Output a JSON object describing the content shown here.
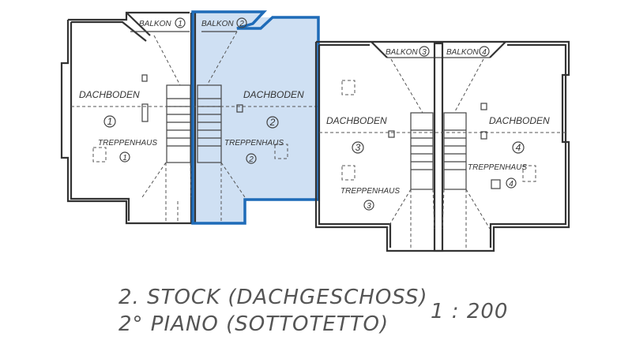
{
  "plan": {
    "units": [
      {
        "id": "1",
        "room": "DACHBODEN",
        "number": "1",
        "stair": "TREPPENHAUS",
        "stair_number": "1",
        "balcony": "BALKON",
        "balcony_number": "1",
        "highlighted": false
      },
      {
        "id": "2",
        "room": "DACHBODEN",
        "number": "2",
        "stair": "TREPPENHAUS",
        "stair_number": "2",
        "balcony": "BALKON",
        "balcony_number": "2",
        "highlighted": true
      },
      {
        "id": "3",
        "room": "DACHBODEN",
        "number": "3",
        "stair": "TREPPENHAUS",
        "stair_number": "3",
        "balcony": "BALKON",
        "balcony_number": "3",
        "highlighted": false
      },
      {
        "id": "4",
        "room": "DACHBODEN",
        "number": "4",
        "stair": "TREPPENHAUS",
        "stair_number": "4",
        "balcony": "BALKON",
        "balcony_number": "4",
        "highlighted": false
      }
    ],
    "highlight_color": "#cfe0f3",
    "highlight_border": "#1e6bb8"
  },
  "caption": {
    "line1": "2. STOCK (DACHGESCHOSS)",
    "line2": "2° PIANO (SOTTOTETTO)",
    "scale": "1 : 200"
  }
}
